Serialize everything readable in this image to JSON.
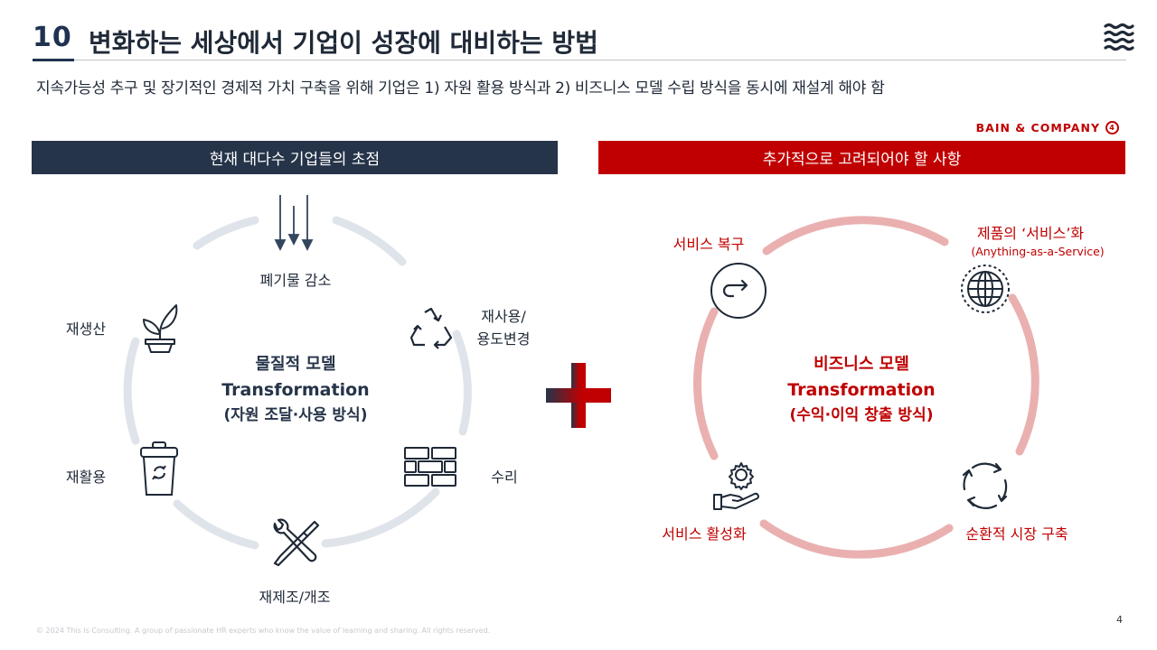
{
  "header": {
    "slide_number": "10",
    "title": "변화하는 세상에서 기업이 성장에 대비하는 방법",
    "subtitle": "지속가능성 추구 및 장기적인 경제적 가치 구축을 위해 기업은 1) 자원 활용 방식과 2) 비즈니스 모델 수립 방식을 동시에 재설계 해야 함",
    "brand": "BAIN & COMPANY",
    "brand_mark": "4",
    "logo_icon": "waves-icon"
  },
  "left": {
    "bar_label": "현재 대다수 기업들의 초점",
    "center": {
      "line1": "물질적 모델",
      "line2": "Transformation",
      "line3": "(자원 조달·사용 방식)"
    },
    "items": {
      "waste": "폐기물 감소",
      "reuse": "재사용/\n용도변경",
      "repair": "수리",
      "remanufacture": "재제조/개조",
      "recycle": "재활용",
      "regenerate": "재생산"
    },
    "ring_color": "#dfe4ea",
    "accent_color": "#253449"
  },
  "right": {
    "bar_label": "추가적으로 고려되어야 할 사항",
    "center": {
      "line1": "비즈니스 모델",
      "line2": "Transformation",
      "line3": "(수익·이익 창출 방식)"
    },
    "items": {
      "service_recovery": "서비스 복구",
      "servitization": "제품의 ‘서비스’화",
      "servitization_sub": "(Anything-as-a-Service)",
      "circular_market": "순환적 시장 구축",
      "service_activation": "서비스 활성화"
    },
    "ring_color": "#eab0b0",
    "accent_color": "#c00000"
  },
  "footer": {
    "copyright": "© 2024 This Is Consulting. A group of passionate HR experts who know the value of learning and sharing. All rights reserved.",
    "page_number": "4"
  }
}
